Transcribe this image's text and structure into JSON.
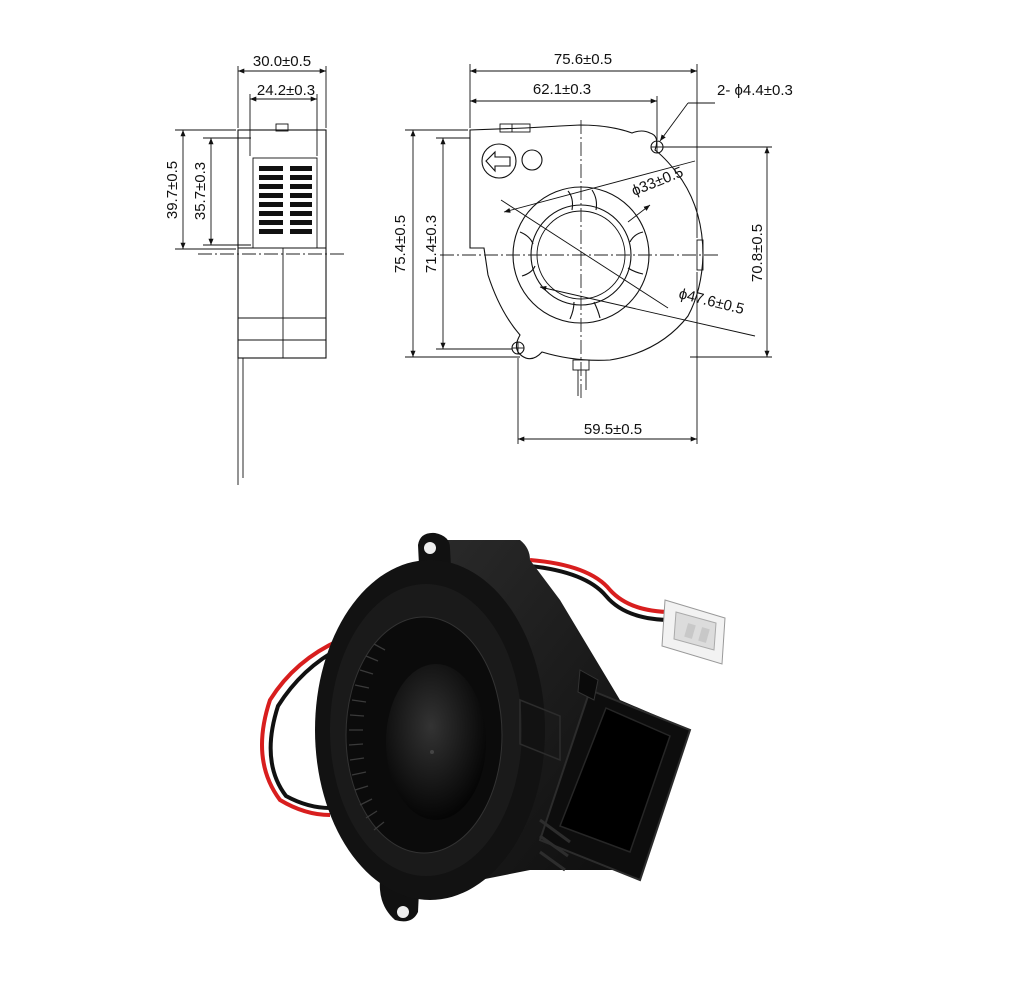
{
  "side_view": {
    "width_total": "30.0±0.5",
    "width_inner": "24.2±0.3",
    "height_total": "39.7±0.5",
    "height_inner": "35.7±0.3"
  },
  "front_view": {
    "width_total": "75.6±0.5",
    "width_hole": "62.1±0.3",
    "hole_dia": "2- ϕ4.4±0.3",
    "inner_dia": "ϕ33±0.5",
    "outer_dia": "ϕ47.6±0.5",
    "height_total": "75.4±0.5",
    "height_hole": "71.4±0.3",
    "height_right": "70.8±0.5",
    "bottom_width": "59.5±0.5"
  },
  "photo": {
    "subject": "blower-fan",
    "wire_colors": [
      "#d81e1e",
      "#111111"
    ],
    "body_color": "#151515",
    "connector_color": "#f2f2f2"
  }
}
